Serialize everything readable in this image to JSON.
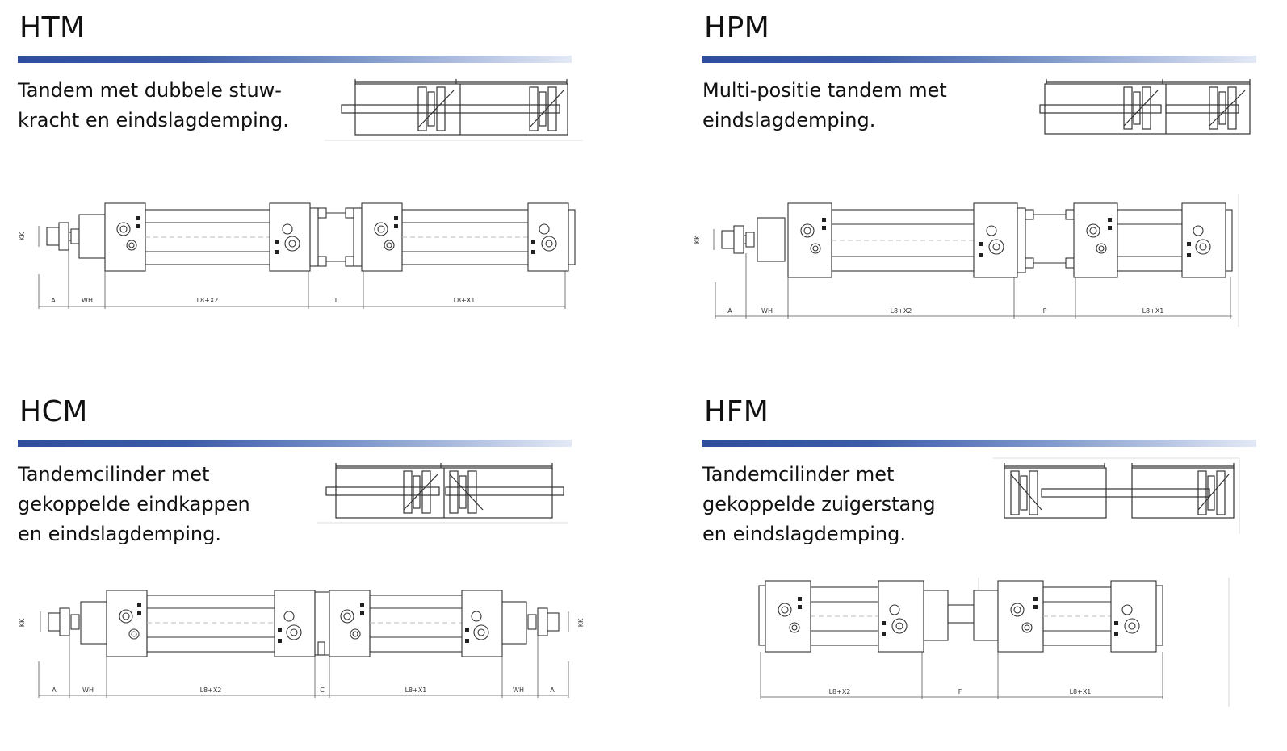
{
  "panels": [
    {
      "id": "htm",
      "title": "HTM",
      "description_lines": [
        "Tandem met dubbele stuw-",
        "kracht en eindslagdemping."
      ],
      "dimensions": [
        "KK",
        "A",
        "WH",
        "L8+X2",
        "T",
        "L8+X1"
      ]
    },
    {
      "id": "hpm",
      "title": "HPM",
      "description_lines": [
        "Multi-positie tandem met",
        "eindslagdemping."
      ],
      "dimensions": [
        "KK",
        "A",
        "WH",
        "L8+X2",
        "P",
        "L8+X1"
      ]
    },
    {
      "id": "hcm",
      "title": "HCM",
      "description_lines": [
        "Tandemcilinder met",
        "gekoppelde eindkappen",
        "en eindslagdemping."
      ],
      "dimensions": [
        "KK",
        "A",
        "WH",
        "L8+X2",
        "C",
        "L8+X1",
        "WH",
        "A",
        "KK"
      ]
    },
    {
      "id": "hfm",
      "title": "HFM",
      "description_lines": [
        "Tandemcilinder met",
        "gekoppelde zuigerstang",
        "en eindslagdemping."
      ],
      "dimensions": [
        "L8+X2",
        "F",
        "L8+X1"
      ]
    }
  ],
  "colors": {
    "heading_rule_start": "#2f4e9e",
    "heading_rule_end": "#e3e9f5",
    "drawing_line": "#333333"
  }
}
